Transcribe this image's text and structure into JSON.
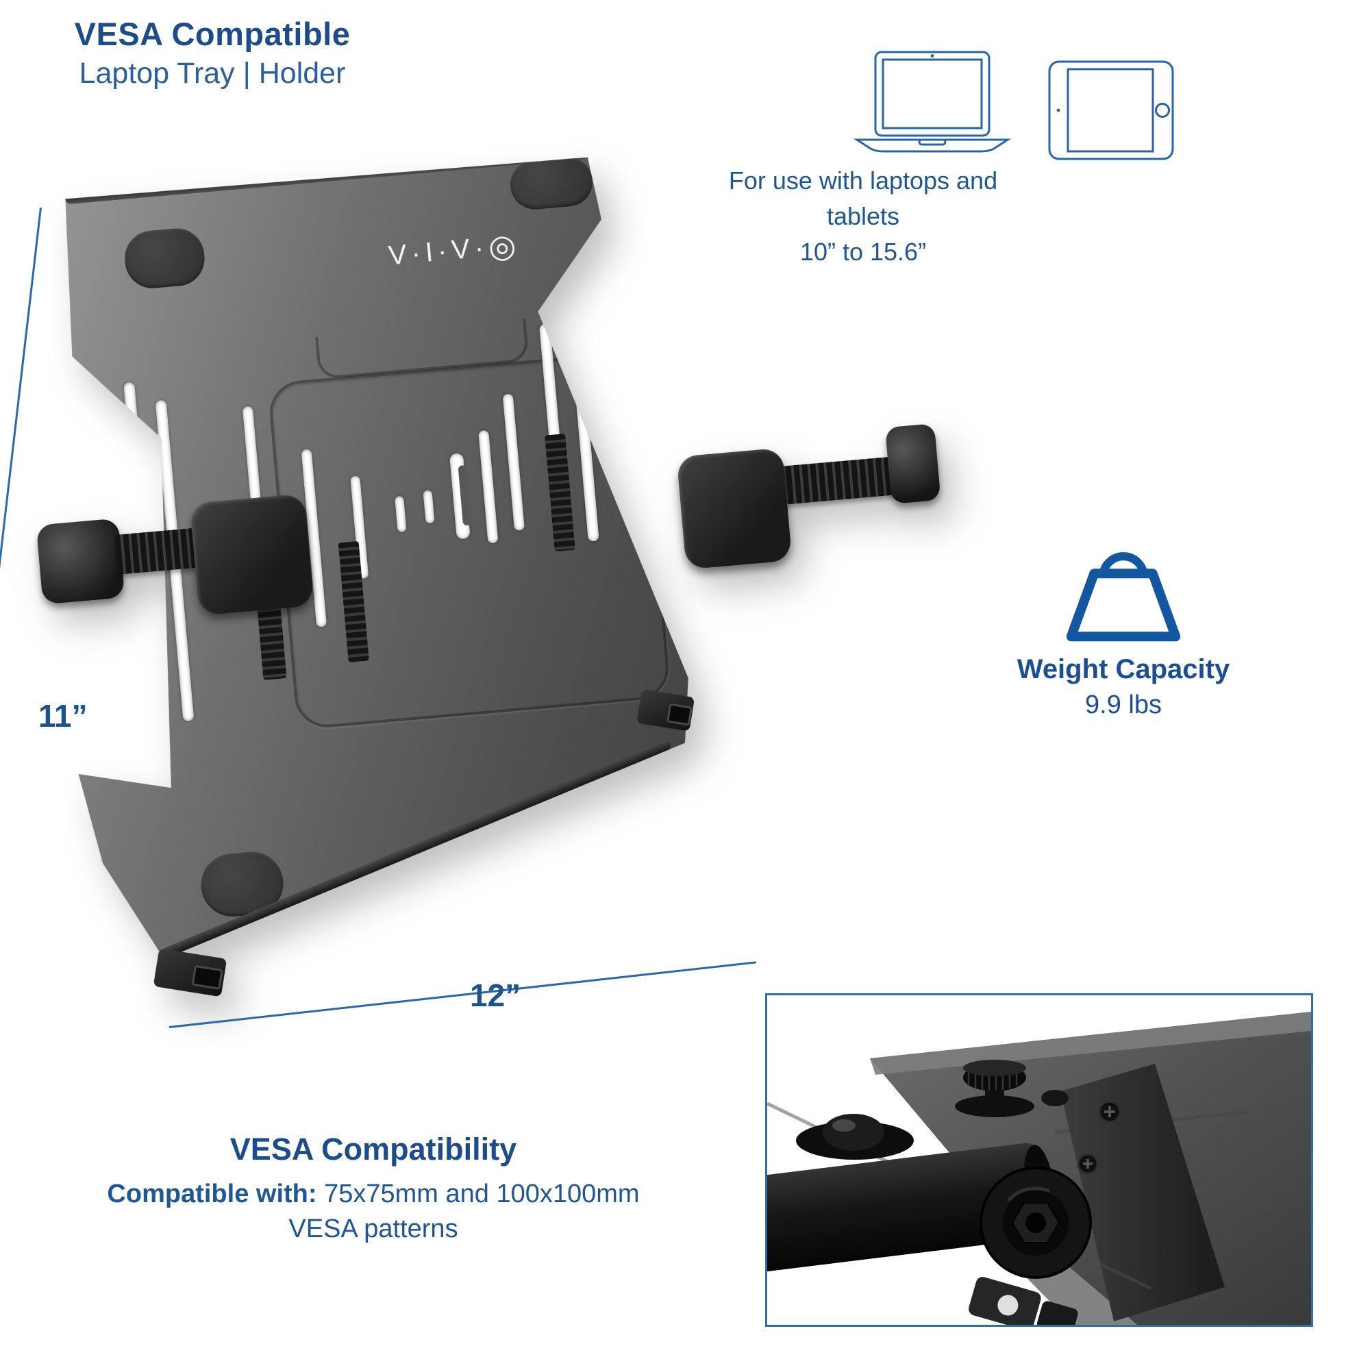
{
  "header": {
    "title": "VESA Compatible",
    "subtitle": "Laptop Tray | Holder"
  },
  "devices": {
    "laptop_icon": "laptop-outline",
    "tablet_icon": "tablet-outline",
    "caption_line1": "For use with laptops and tablets",
    "caption_line2": "10” to 15.6”"
  },
  "brand": {
    "logo_text": "V·I·V·",
    "logo_mark": "◎"
  },
  "dimensions": {
    "height_label": "11”",
    "width_label": "12”"
  },
  "weight": {
    "icon": "weight-outline",
    "title": "Weight Capacity",
    "value": "9.9 lbs"
  },
  "vesa": {
    "title": "VESA Compatibility",
    "compatible_bold": "Compatible with:",
    "compatible_rest": " 75x75mm and 100x100mm",
    "patterns_line": "VESA patterns"
  },
  "colors": {
    "heading_blue": "#1c4c8c",
    "text_blue": "#1e5696",
    "line_blue": "#2a67ad",
    "device_icon_blue": "#2764aa",
    "weight_icon_blue": "#1257a0",
    "inset_border_blue": "#2f6ea8"
  }
}
